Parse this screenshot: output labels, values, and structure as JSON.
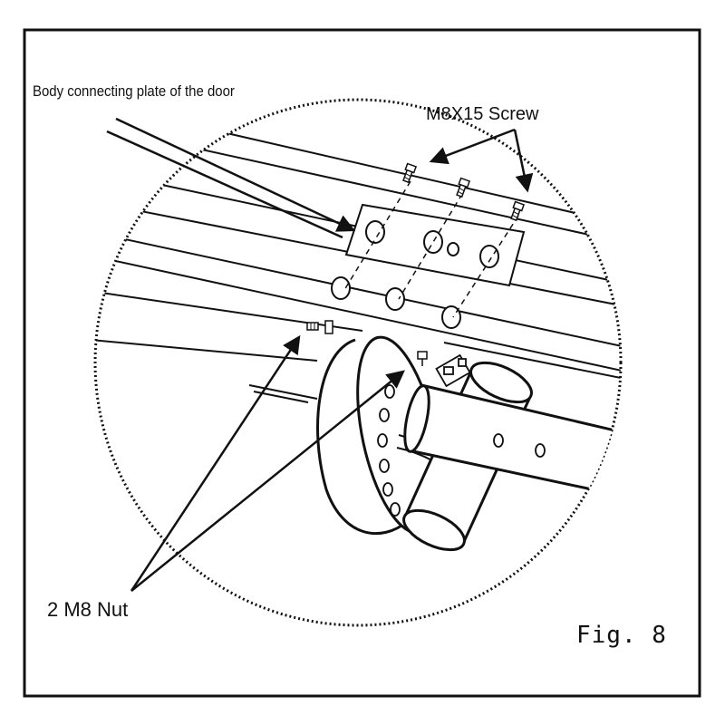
{
  "figure": {
    "labels": {
      "plate": "Body connecting plate of the door",
      "screw": "M8X15 Screw",
      "nut": "2 M8 Nut",
      "fig": "Fig. 8"
    },
    "colors": {
      "ink": "#111111",
      "paper": "#ffffff"
    }
  }
}
